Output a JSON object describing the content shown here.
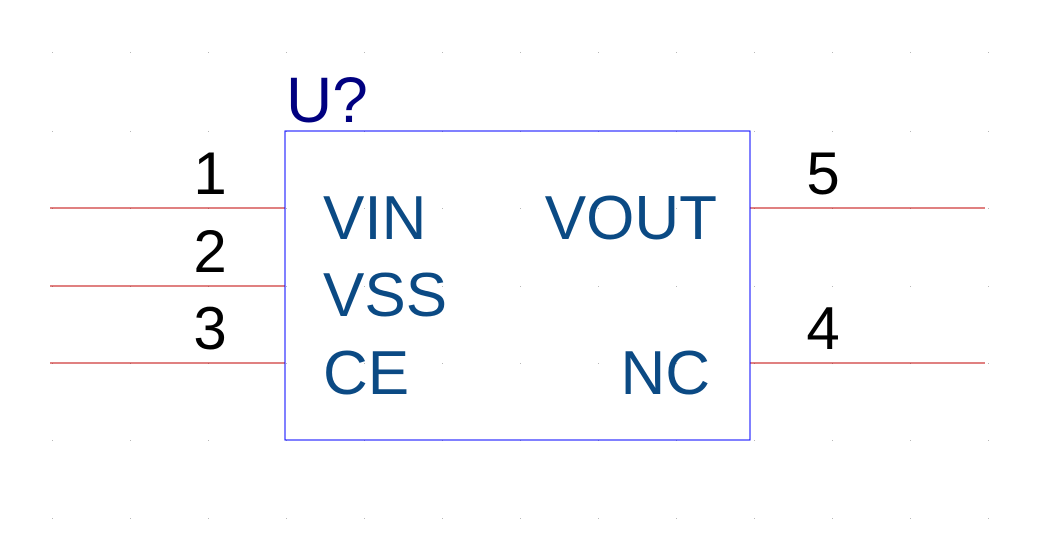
{
  "component": {
    "designator": "U?",
    "pins_left": [
      {
        "number": "1",
        "name": "VIN"
      },
      {
        "number": "2",
        "name": "VSS"
      },
      {
        "number": "3",
        "name": "CE"
      }
    ],
    "pins_right": [
      {
        "number": "5",
        "name": "VOUT"
      },
      {
        "number": "4",
        "name": "NC"
      }
    ]
  },
  "colors": {
    "body_outline": "#0000ff",
    "designator": "#000080",
    "pin_name": "#0b4a84",
    "pin_number": "#000000",
    "pin_line": "#c00000",
    "grid_dot": "#b8b8b8"
  }
}
